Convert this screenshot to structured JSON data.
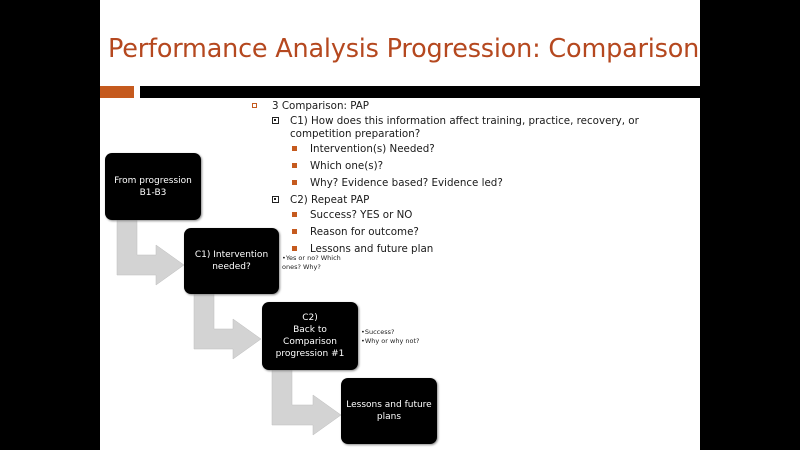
{
  "title": "Performance Analysis Progression: Comparison",
  "colors": {
    "accent": "#c55a1e",
    "title": "#b5481f",
    "box": "#000000",
    "arrow": "#d3d3d3"
  },
  "bullets": {
    "top": "3 Comparison: PAP",
    "c1": {
      "label": "C1) How does this information affect training, practice, recovery, or competition preparation?",
      "items": [
        "Intervention(s) Needed?",
        "Which one(s)?",
        "Why? Evidence based? Evidence led?"
      ]
    },
    "c2": {
      "label": "C2) Repeat PAP",
      "items": [
        "Success? YES or NO",
        "Reason for outcome?",
        "Lessons and future plan"
      ]
    }
  },
  "flow": {
    "boxes": [
      "From progression\nB1-B3",
      "C1) Intervention\nneeded?",
      "C2)\nBack to\nComparison\nprogression #1",
      "Lessons and future\nplans"
    ],
    "notes": {
      "c1": "•Yes or no? Which\n  ones? Why?",
      "c2": "•Success?\n•Why or why not?"
    }
  }
}
